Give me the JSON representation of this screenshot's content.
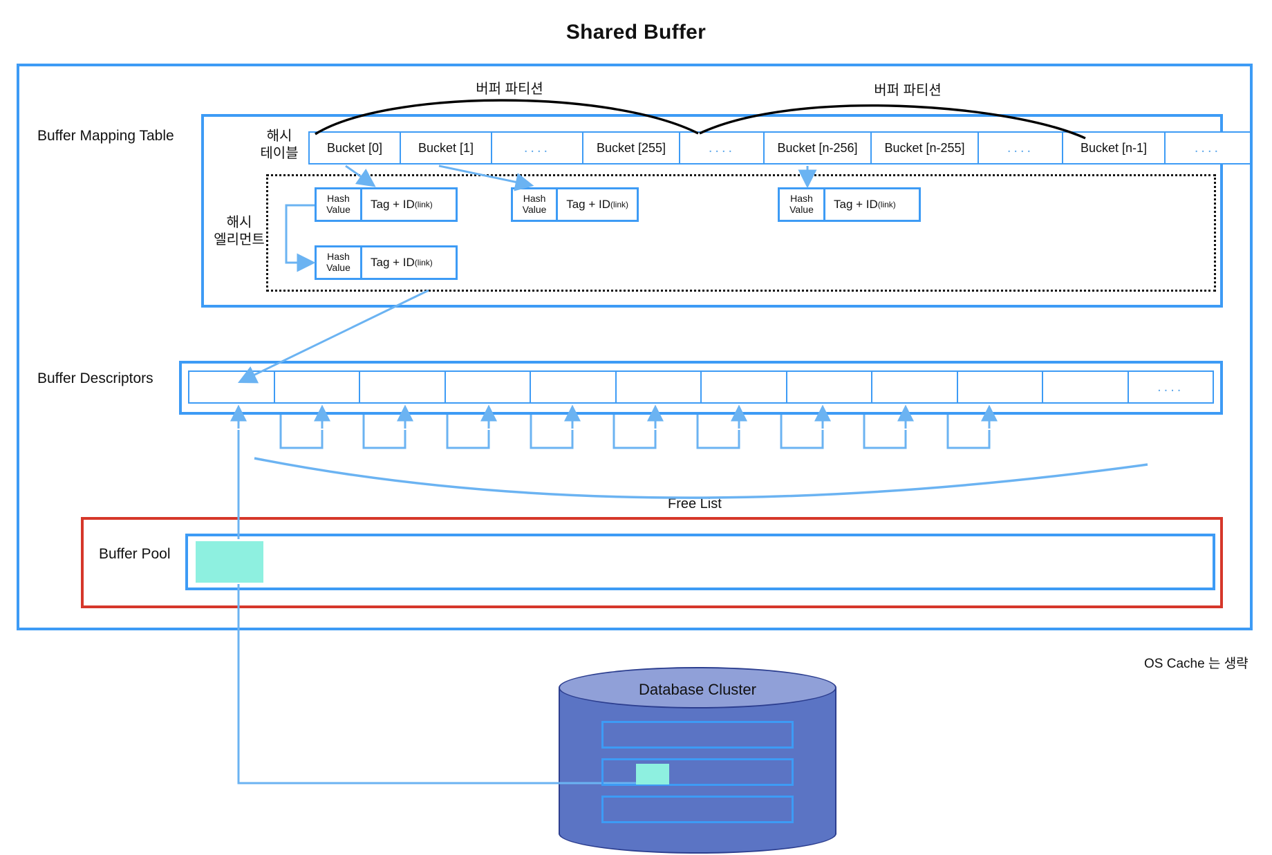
{
  "title": "Shared Buffer",
  "labels": {
    "buffer_mapping_table": "Buffer Mapping Table",
    "buffer_descriptors": "Buffer Descriptors",
    "buffer_pool": "Buffer Pool",
    "free_list": "Free List",
    "os_cache_note": "OS Cache 는 생략",
    "hash_table_kr": "해시\n테이블",
    "hash_table_kr_line1": "해시",
    "hash_table_kr_line2": "테이블",
    "hash_element_kr_line1": "해시",
    "hash_element_kr_line2": "엘리먼트",
    "partition_left": "버퍼 파티션",
    "partition_right": "버퍼 파티션"
  },
  "hash_table": {
    "buckets": [
      {
        "label": "Bucket [0]",
        "type": "bucket",
        "width": 132
      },
      {
        "label": "Bucket [1]",
        "type": "bucket",
        "width": 132
      },
      {
        "label": "....",
        "type": "dots",
        "width": 132
      },
      {
        "label": "Bucket [255]",
        "type": "bucket",
        "width": 140
      },
      {
        "label": "....",
        "type": "dots",
        "width": 122
      },
      {
        "label": "Bucket [n-256]",
        "type": "bucket",
        "width": 155
      },
      {
        "label": "Bucket [n-255]",
        "type": "bucket",
        "width": 155
      },
      {
        "label": "....",
        "type": "dots",
        "width": 122
      },
      {
        "label": "Bucket [n-1]",
        "type": "bucket",
        "width": 148
      },
      {
        "label": "....",
        "type": "dots",
        "width": 122
      }
    ]
  },
  "hash_elements": [
    {
      "hash_value_line1": "Hash",
      "hash_value_line2": "Value",
      "tag": "Tag  +  ID",
      "tag_sub": "(link)"
    },
    {
      "hash_value_line1": "Hash",
      "hash_value_line2": "Value",
      "tag": "Tag  +  ID",
      "tag_sub": "(link)"
    },
    {
      "hash_value_line1": "Hash",
      "hash_value_line2": "Value",
      "tag": "Tag  +  ID",
      "tag_sub": "(link)"
    },
    {
      "hash_value_line1": "Hash",
      "hash_value_line2": "Value",
      "tag": "Tag  +  ID",
      "tag_sub": "(link)"
    }
  ],
  "buffer_descriptors": {
    "cell_count": 12,
    "last_cell_label": "...."
  },
  "database_cluster": {
    "title": "Database Cluster",
    "row_count": 3
  },
  "colors": {
    "accent_blue": "#3d9bf5",
    "light_blue": "#5fa8ea",
    "pool_red": "#d6372a",
    "hot_block": "#8ef0e0",
    "cluster_body": "#5b74c4",
    "cluster_top": "#90a0d8",
    "cluster_stroke": "#2c3e8f",
    "text": "#111111"
  }
}
